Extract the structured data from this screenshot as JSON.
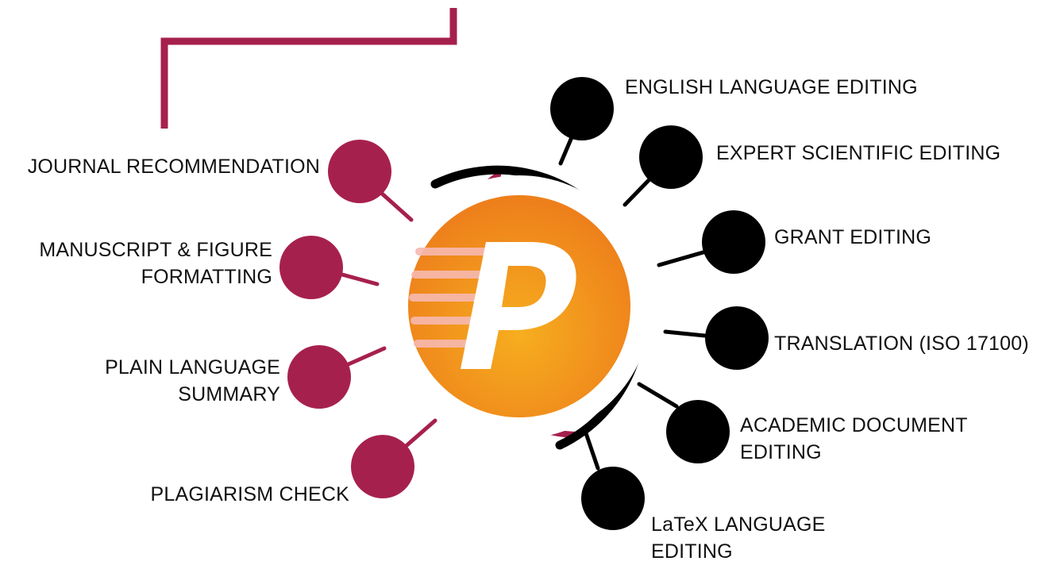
{
  "colors": {
    "crimson": "#a6204e",
    "black": "#000000",
    "orange_light": "#f5a623",
    "orange_dark": "#ee7d1a",
    "logo_letter": "#ffffff",
    "speed_lines": "#f7b9b0"
  },
  "logo": {
    "letter": "P",
    "icon": "p-logo-icon"
  },
  "left_services": [
    {
      "lines": [
        "JOURNAL RECOMMENDATION"
      ]
    },
    {
      "lines": [
        "MANUSCRIPT & FIGURE",
        "FORMATTING"
      ]
    },
    {
      "lines": [
        "PLAIN LANGUAGE",
        "SUMMARY"
      ]
    },
    {
      "lines": [
        "PLAGIARISM CHECK"
      ]
    }
  ],
  "right_services": [
    {
      "lines": [
        "ENGLISH LANGUAGE EDITING"
      ]
    },
    {
      "lines": [
        "EXPERT SCIENTIFIC EDITING"
      ]
    },
    {
      "lines": [
        "GRANT EDITING"
      ]
    },
    {
      "lines": [
        "TRANSLATION (ISO 17100)"
      ]
    },
    {
      "lines": [
        "ACADEMIC DOCUMENT",
        "EDITING"
      ]
    },
    {
      "lines": [
        "LaTeX LANGUAGE",
        "EDITING"
      ]
    }
  ]
}
